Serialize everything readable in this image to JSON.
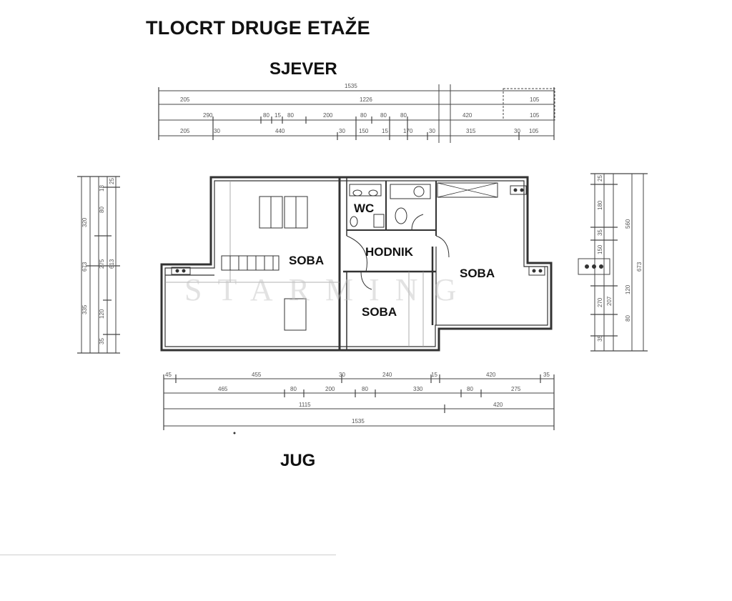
{
  "title": "TLOCRT DRUGE ETAŽE",
  "orientation": {
    "north": "SJEVER",
    "south": "JUG"
  },
  "rooms": {
    "wc": "WC",
    "hallway": "HODNIK",
    "room_west": "SOBA",
    "room_center": "SOBA",
    "room_east": "SOBA"
  },
  "watermark": "STARMING",
  "dimensions": {
    "top_row1": [
      "1535"
    ],
    "top_row2": [
      "205",
      "1226",
      "105"
    ],
    "top_row3": [
      "290",
      "80",
      "15",
      "80",
      "200",
      "80",
      "80",
      "80",
      "420",
      "105"
    ],
    "top_row4": [
      "205",
      "30",
      "440",
      "30",
      "150",
      "15",
      "170",
      "30",
      "315",
      "30",
      "105"
    ],
    "bottom_row1": [
      "45",
      "455",
      "30",
      "240",
      "15",
      "420",
      "35"
    ],
    "bottom_row2": [
      "465",
      "80",
      "200",
      "80",
      "330",
      "80",
      "275"
    ],
    "bottom_row3": [
      "1115",
      "420"
    ],
    "bottom_row4": [
      "1535"
    ],
    "left": [
      "673",
      "335",
      "275",
      "613",
      "320",
      "120",
      "80",
      "35",
      "18",
      "25"
    ],
    "right": [
      "673",
      "560",
      "180",
      "35",
      "150",
      "270",
      "207",
      "120",
      "80",
      "35",
      "25"
    ]
  }
}
